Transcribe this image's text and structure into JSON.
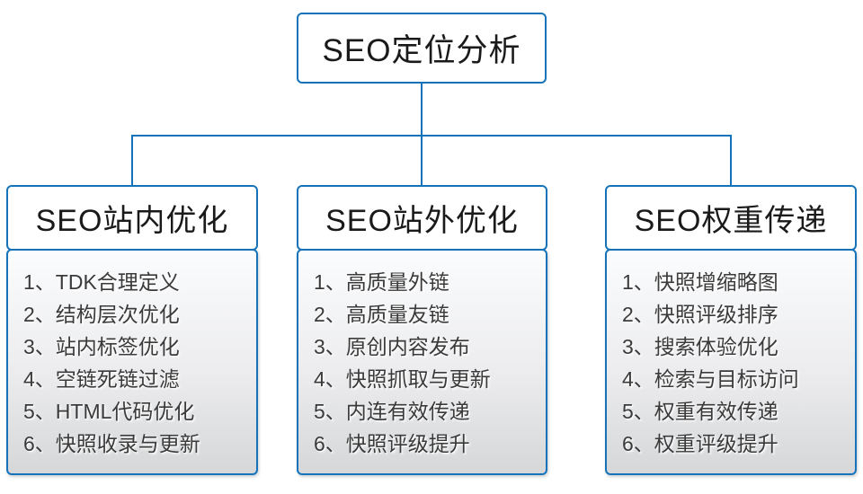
{
  "diagram": {
    "root": {
      "title": "SEO定位分析"
    },
    "columns": [
      {
        "title": "SEO站内优化",
        "items": [
          "1、TDK合理定义",
          "2、结构层次优化",
          "3、站内标签优化",
          "4、空链死链过滤",
          "5、HTML代码优化",
          "6、快照收录与更新"
        ]
      },
      {
        "title": "SEO站外优化",
        "items": [
          "1、高质量外链",
          "2、高质量友链",
          "3、原创内容发布",
          "4、快照抓取与更新",
          "5、内连有效传递",
          "6、快照评级提升"
        ]
      },
      {
        "title": "SEO权重传递",
        "items": [
          "1、快照增缩略图",
          "2、快照评级排序",
          "3、搜索体验优化",
          "4、检索与目标访问",
          "5、权重有效传递",
          "6、权重评级提升"
        ]
      }
    ],
    "colors": {
      "line_and_border": "#1673b9",
      "header_text": "#1a1a1a",
      "item_text": "#3a3a3a",
      "body_gradient_top": "#fbfcfd",
      "body_gradient_bottom": "#d5d7d9"
    }
  }
}
